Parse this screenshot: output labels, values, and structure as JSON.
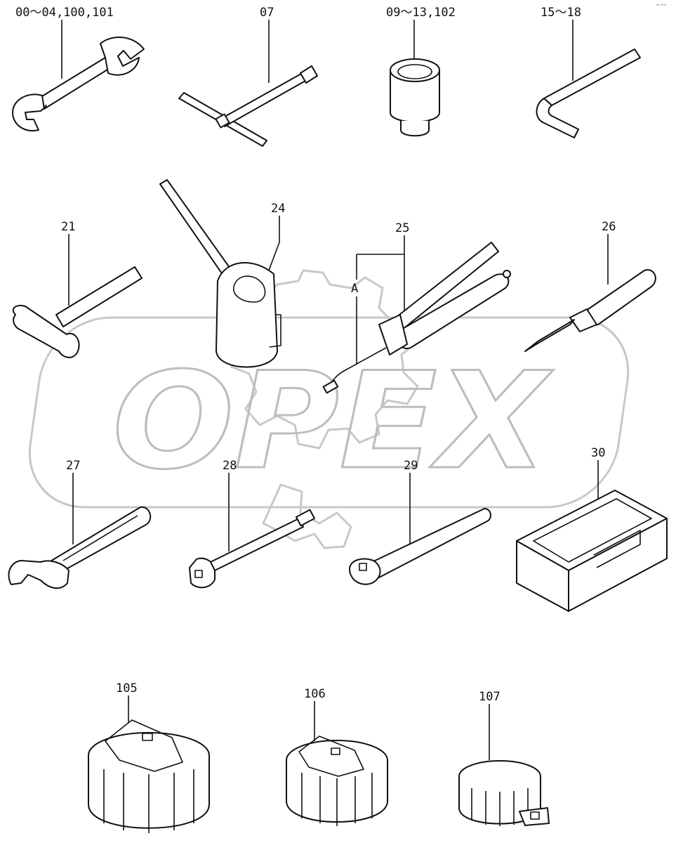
{
  "watermark": {
    "brand": "OPEX"
  },
  "corner_mark": "ᵃᵇ ⁰⁰⁰",
  "parts": [
    {
      "id": "p1",
      "label": "00～04,100,101",
      "tool": "open-end-wrench"
    },
    {
      "id": "p2",
      "label": "07",
      "tool": "t-handle-wrench"
    },
    {
      "id": "p3",
      "label": "09～13,102",
      "tool": "socket"
    },
    {
      "id": "p4",
      "label": "15～18",
      "tool": "hex-key"
    },
    {
      "id": "p5",
      "label": "21",
      "tool": "hammer"
    },
    {
      "id": "p6",
      "label": "24",
      "tool": "oil-can"
    },
    {
      "id": "p7",
      "label": "25",
      "tool": "grease-gun"
    },
    {
      "id": "p8",
      "label": "A",
      "tool": "grease-gun-hose"
    },
    {
      "id": "p9",
      "label": "26",
      "tool": "screwdriver"
    },
    {
      "id": "p10",
      "label": "27",
      "tool": "adjustable-wrench"
    },
    {
      "id": "p11",
      "label": "28",
      "tool": "extension-bar"
    },
    {
      "id": "p12",
      "label": "29",
      "tool": "ratchet-handle"
    },
    {
      "id": "p13",
      "label": "30",
      "tool": "tool-box"
    },
    {
      "id": "p14",
      "label": "105",
      "tool": "filter-wrench-large"
    },
    {
      "id": "p15",
      "label": "106",
      "tool": "filter-wrench-medium"
    },
    {
      "id": "p16",
      "label": "107",
      "tool": "filter-wrench-small"
    }
  ]
}
